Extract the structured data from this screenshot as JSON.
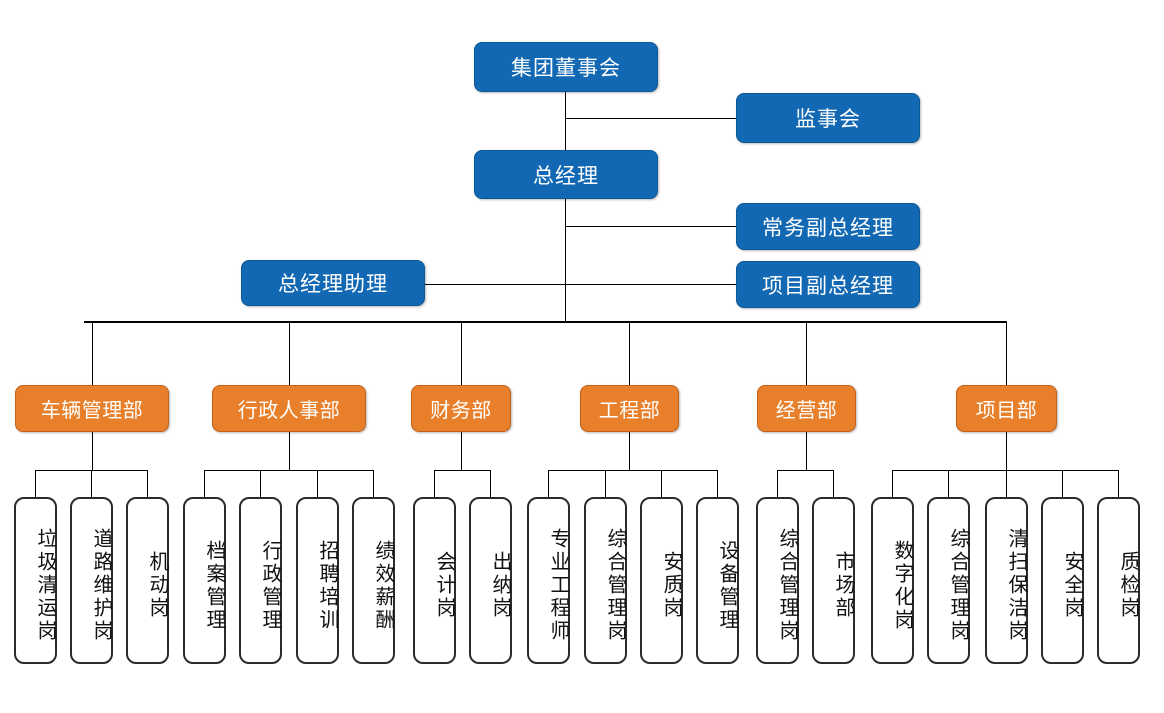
{
  "chart": {
    "title": "",
    "type": "org-chart",
    "colors": {
      "blue": "#1268B3",
      "orange": "#E8802B",
      "leaf_border": "#2b2b2b",
      "line": "#000000",
      "text_light": "#ffffff",
      "text_dark": "#111111"
    }
  },
  "executive": {
    "board": "集团董事会",
    "supervisory": "监事会",
    "general_manager": "总经理",
    "exec_deputy_gm": "常务副总经理",
    "project_deputy_gm": "项目副总经理",
    "gm_assistant": "总经理助理"
  },
  "departments": [
    {
      "name": "车辆管理部",
      "positions": [
        "垃圾清运岗",
        "道路维护岗",
        "机动岗"
      ]
    },
    {
      "name": "行政人事部",
      "positions": [
        "档案管理",
        "行政管理",
        "招聘培训",
        "绩效薪酬"
      ]
    },
    {
      "name": "财务部",
      "positions": [
        "会计岗",
        "出纳岗"
      ]
    },
    {
      "name": "工程部",
      "positions": [
        "专业工程师",
        "综合管理岗",
        "安质岗",
        "设备管理"
      ]
    },
    {
      "name": "经营部",
      "positions": [
        "综合管理岗",
        "市场部"
      ]
    },
    {
      "name": "项目部",
      "positions": [
        "数字化岗",
        "综合管理岗",
        "清扫保洁岗",
        "安全岗",
        "质检岗"
      ]
    }
  ],
  "leaves": [
    "垃圾清运岗",
    "道路维护岗",
    "机动岗",
    "档案管理",
    "行政管理",
    "招聘培训",
    "绩效薪酬",
    "会计岗",
    "出纳岗",
    "专业工程师",
    "综合管理岗",
    "安质岗",
    "设备管理",
    "综合管理岗",
    "市场部",
    "数字化岗",
    "综合管理岗",
    "清扫保洁岗",
    "安全岗",
    "质检岗"
  ]
}
